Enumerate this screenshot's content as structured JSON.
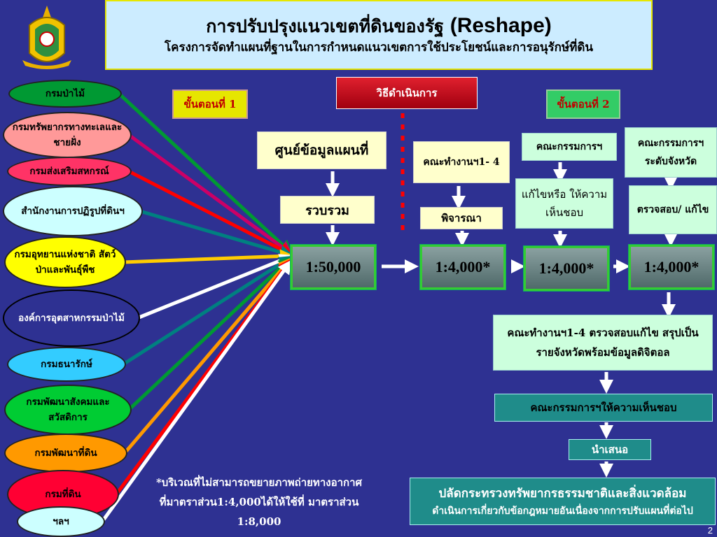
{
  "title": {
    "main_th": "การปรับปรุงแนวเขตที่ดินของรัฐ",
    "main_en": "(Reshape)",
    "subtitle": "โครงการจัดทำแผนที่ฐานในการกำหนดแนวเขตการใช้ประโยชน์และการอนุรักษ์ที่ดิน"
  },
  "agencies": [
    {
      "label": "กรมป่าไม้",
      "fill": "#009933",
      "arrow": "#009933"
    },
    {
      "label": "กรมทรัพยากรทางทะเลและชายฝั่ง",
      "fill": "#ff9999",
      "arrow": "#cc0066"
    },
    {
      "label": "กรมส่งเสริมสหกรณ์",
      "fill": "#ff3366",
      "arrow": "#ff0000"
    },
    {
      "label": "สำนักงานการปฏิรูปที่ดินฯ",
      "fill": "#ccffff",
      "arrow": "#008080"
    },
    {
      "label": "กรมอุทยานแห่งชาติ สัตว์ป่าและพันธุ์พืช",
      "fill": "#ffff00",
      "arrow": "#ffcc00"
    },
    {
      "label": "องค์การอุตสาหกรรมป่าไม้",
      "fill": "#2e3192",
      "arrow": "#ffffff"
    },
    {
      "label": "กรมธนารักษ์",
      "fill": "#33ccff",
      "arrow": "#008080"
    },
    {
      "label": "กรมพัฒนาสังคมและสวัสดิการ",
      "fill": "#00cc33",
      "arrow": "#009933"
    },
    {
      "label": "กรมพัฒนาที่ดิน",
      "fill": "#ff9900",
      "arrow": "#ff9900"
    },
    {
      "label": "กรมที่ดิน",
      "fill": "#ff0033",
      "arrow": "#ff0000"
    },
    {
      "label": "ฯลฯ",
      "fill": "#ccffff",
      "arrow": "#ffffff"
    }
  ],
  "step1": "ขั้นตอนที่ 1",
  "step2": "ขั้นตอนที่ 2",
  "method": "วิธีดำเนินการ",
  "map_center": "ศูนย์ข้อมูลแผนที่",
  "collect": "รวบรวม",
  "working_group": "คณะทำงานฯ1- 4",
  "consider": "พิจารณา",
  "committee": "คณะกรรมการฯ",
  "fix_or_approve": "แก้ไขหรือ ให้ความเห็นชอบ",
  "provincial_committee": "คณะกรรมการฯ ระดับจังหวัด",
  "inspect_fix": "ตรวจสอบ/ แก้ไข",
  "scales": [
    "1:50,000",
    "1:4,000*",
    "1:4,000*",
    "1:4,000*"
  ],
  "summary": "คณะทำงานฯ1-4 ตรวจสอบแก้ไข สรุปเป็นรายจังหวัดพร้อมข้อมูลดิจิตอล",
  "committee_approve": "คณะกรรมการฯให้ความเห็นชอบ",
  "propose": "นำเสนอ",
  "final_title": "ปลัดกระทรวงทรัพยากรธรรมชาติและสิ่งแวดล้อม",
  "final_sub": "ดำเนินการเกี่ยวกับข้อกฎหมายอันเนื่องจากการปรับแผนที่ต่อไป",
  "note": "*บริเวณที่ไม่สามารถขยายภาพถ่ายทางอากาศที่มาตราส่วน1:4,000ได้ให้ใช้ที่ มาตราส่วน 1:8,000",
  "page_number": "2"
}
